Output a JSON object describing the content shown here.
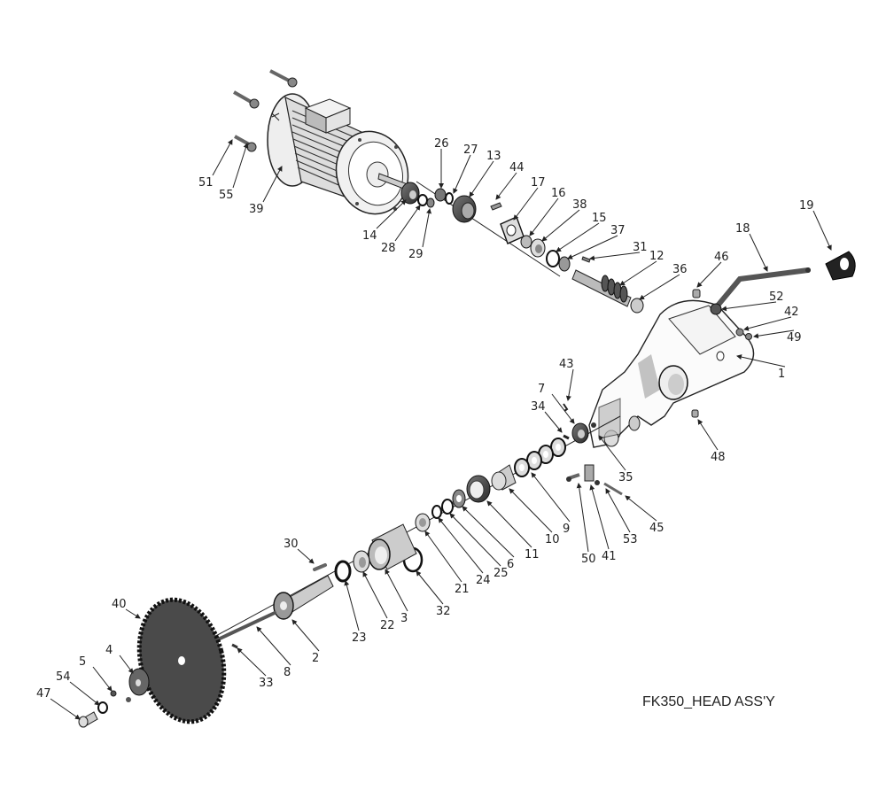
{
  "diagram": {
    "title": "FK350_HEAD ASS'Y",
    "type": "exploded-parts-diagram",
    "assemblies": [
      {
        "name": "motor",
        "parts": [
          "51",
          "55",
          "39"
        ]
      },
      {
        "name": "input-shaft-drive",
        "parts": [
          "14",
          "28",
          "29",
          "26",
          "27",
          "13",
          "44",
          "17",
          "16",
          "38",
          "15",
          "37",
          "31",
          "12",
          "36"
        ]
      },
      {
        "name": "head-housing",
        "parts": [
          "1",
          "46",
          "52",
          "42",
          "49",
          "48",
          "18",
          "19"
        ]
      },
      {
        "name": "blade-spindle",
        "parts": [
          "43",
          "7",
          "34",
          "35",
          "9",
          "10",
          "11",
          "6",
          "25",
          "24",
          "21",
          "32",
          "3",
          "22",
          "23",
          "30",
          "2",
          "8",
          "33",
          "50",
          "41",
          "53",
          "45"
        ]
      },
      {
        "name": "blade",
        "parts": [
          "40",
          "4",
          "5",
          "54",
          "47"
        ]
      }
    ],
    "labels": [
      {
        "id": "p51",
        "text": "51"
      },
      {
        "id": "p55",
        "text": "55"
      },
      {
        "id": "p39",
        "text": "39"
      },
      {
        "id": "p14",
        "text": "14"
      },
      {
        "id": "p28",
        "text": "28"
      },
      {
        "id": "p29",
        "text": "29"
      },
      {
        "id": "p26",
        "text": "26"
      },
      {
        "id": "p27",
        "text": "27"
      },
      {
        "id": "p13",
        "text": "13"
      },
      {
        "id": "p44",
        "text": "44"
      },
      {
        "id": "p17",
        "text": "17"
      },
      {
        "id": "p16",
        "text": "16"
      },
      {
        "id": "p38",
        "text": "38"
      },
      {
        "id": "p15",
        "text": "15"
      },
      {
        "id": "p37",
        "text": "37"
      },
      {
        "id": "p31",
        "text": "31"
      },
      {
        "id": "p12",
        "text": "12"
      },
      {
        "id": "p36",
        "text": "36"
      },
      {
        "id": "p19",
        "text": "19"
      },
      {
        "id": "p18",
        "text": "18"
      },
      {
        "id": "p46",
        "text": "46"
      },
      {
        "id": "p52",
        "text": "52"
      },
      {
        "id": "p42",
        "text": "42"
      },
      {
        "id": "p49",
        "text": "49"
      },
      {
        "id": "p1",
        "text": "1"
      },
      {
        "id": "p48",
        "text": "48"
      },
      {
        "id": "p43",
        "text": "43"
      },
      {
        "id": "p7",
        "text": "7"
      },
      {
        "id": "p34",
        "text": "34"
      },
      {
        "id": "p35",
        "text": "35"
      },
      {
        "id": "p45",
        "text": "45"
      },
      {
        "id": "p53",
        "text": "53"
      },
      {
        "id": "p41",
        "text": "41"
      },
      {
        "id": "p50",
        "text": "50"
      },
      {
        "id": "p9",
        "text": "9"
      },
      {
        "id": "p10",
        "text": "10"
      },
      {
        "id": "p11",
        "text": "11"
      },
      {
        "id": "p6",
        "text": "6"
      },
      {
        "id": "p25",
        "text": "25"
      },
      {
        "id": "p24",
        "text": "24"
      },
      {
        "id": "p21",
        "text": "21"
      },
      {
        "id": "p32",
        "text": "32"
      },
      {
        "id": "p3",
        "text": "3"
      },
      {
        "id": "p22",
        "text": "22"
      },
      {
        "id": "p23",
        "text": "23"
      },
      {
        "id": "p30",
        "text": "30"
      },
      {
        "id": "p2",
        "text": "2"
      },
      {
        "id": "p8",
        "text": "8"
      },
      {
        "id": "p33",
        "text": "33"
      },
      {
        "id": "p40",
        "text": "40"
      },
      {
        "id": "p4",
        "text": "4"
      },
      {
        "id": "p5",
        "text": "5"
      },
      {
        "id": "p54",
        "text": "54"
      },
      {
        "id": "p47",
        "text": "47"
      }
    ]
  }
}
